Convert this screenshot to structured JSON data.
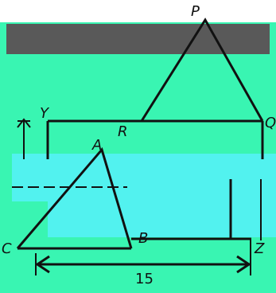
{
  "colors": {
    "background": "#ffffff",
    "teal": "#39f5b2",
    "cyan": "#52f2ef",
    "gray_band": "#595959",
    "line": "#111111"
  },
  "labels": {
    "P": "P",
    "Q": "Q",
    "Y": "Y",
    "R": "R",
    "A": "A",
    "B": "B",
    "Z": "Z",
    "C": "C"
  },
  "dimension": {
    "bottom_length": "15"
  }
}
